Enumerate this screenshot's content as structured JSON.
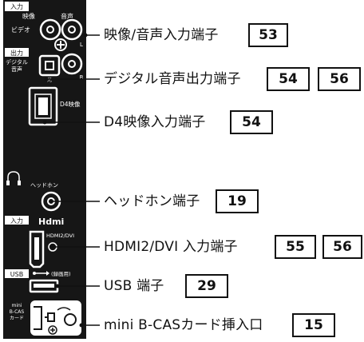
{
  "panel": {
    "av_group_tag": "入力",
    "video_label": "ビデオ",
    "video_col": "映像",
    "audio_col": "音声",
    "digital_group_tag": "出力",
    "digital_audio_label": "デジタル\n音声",
    "optical_label": "光",
    "audio_l": "L",
    "audio_r": "R",
    "d4_label": "D4映像",
    "headphone_label": "ヘッドホン",
    "hdmi_group_tag": "入力",
    "hdmi_logo": "Hdmi",
    "hdmi_port_label": "HDMI2/DVI",
    "usb_group_tag": "USB",
    "usb_note": "(録画用)",
    "bcas_label": "mini\nB-CAS\nカード"
  },
  "callouts": [
    {
      "label": "映像/音声入力端子",
      "pages": [
        "53"
      ]
    },
    {
      "label": "デジタル音声出力端子",
      "pages": [
        "54",
        "56"
      ]
    },
    {
      "label": "D4映像入力端子",
      "pages": [
        "54"
      ]
    },
    {
      "label": "ヘッドホン端子",
      "pages": [
        "19"
      ]
    },
    {
      "label": "HDMI2/DVI 入力端子",
      "pages": [
        "55",
        "56"
      ]
    },
    {
      "label": "USB 端子",
      "pages": [
        "29"
      ]
    },
    {
      "label": "mini B-CASカード挿入口",
      "pages": [
        "15"
      ]
    }
  ]
}
